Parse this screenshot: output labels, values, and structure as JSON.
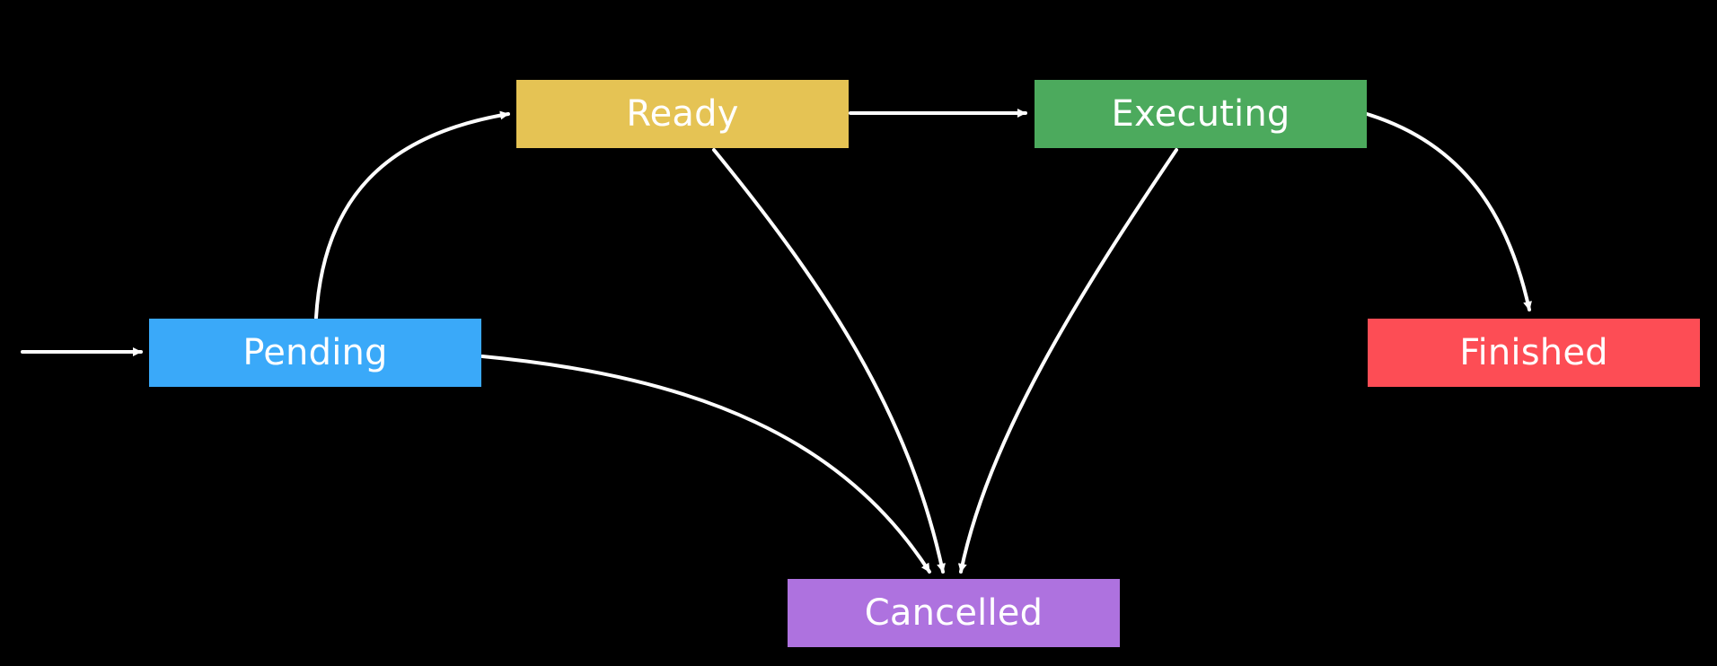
{
  "diagram": {
    "background": "#000000",
    "edge_color": "#ffffff",
    "nodes": [
      {
        "id": "pending",
        "label": "Pending",
        "color": "#3aa9f9"
      },
      {
        "id": "ready",
        "label": "Ready",
        "color": "#e5c354"
      },
      {
        "id": "executing",
        "label": "Executing",
        "color": "#4caa5d"
      },
      {
        "id": "finished",
        "label": "Finished",
        "color": "#fd4d55"
      },
      {
        "id": "cancelled",
        "label": "Cancelled",
        "color": "#ae72df"
      }
    ],
    "edges": [
      {
        "from": "start",
        "to": "pending"
      },
      {
        "from": "pending",
        "to": "ready"
      },
      {
        "from": "ready",
        "to": "executing"
      },
      {
        "from": "executing",
        "to": "finished"
      },
      {
        "from": "pending",
        "to": "cancelled"
      },
      {
        "from": "ready",
        "to": "cancelled"
      },
      {
        "from": "executing",
        "to": "cancelled"
      }
    ]
  }
}
